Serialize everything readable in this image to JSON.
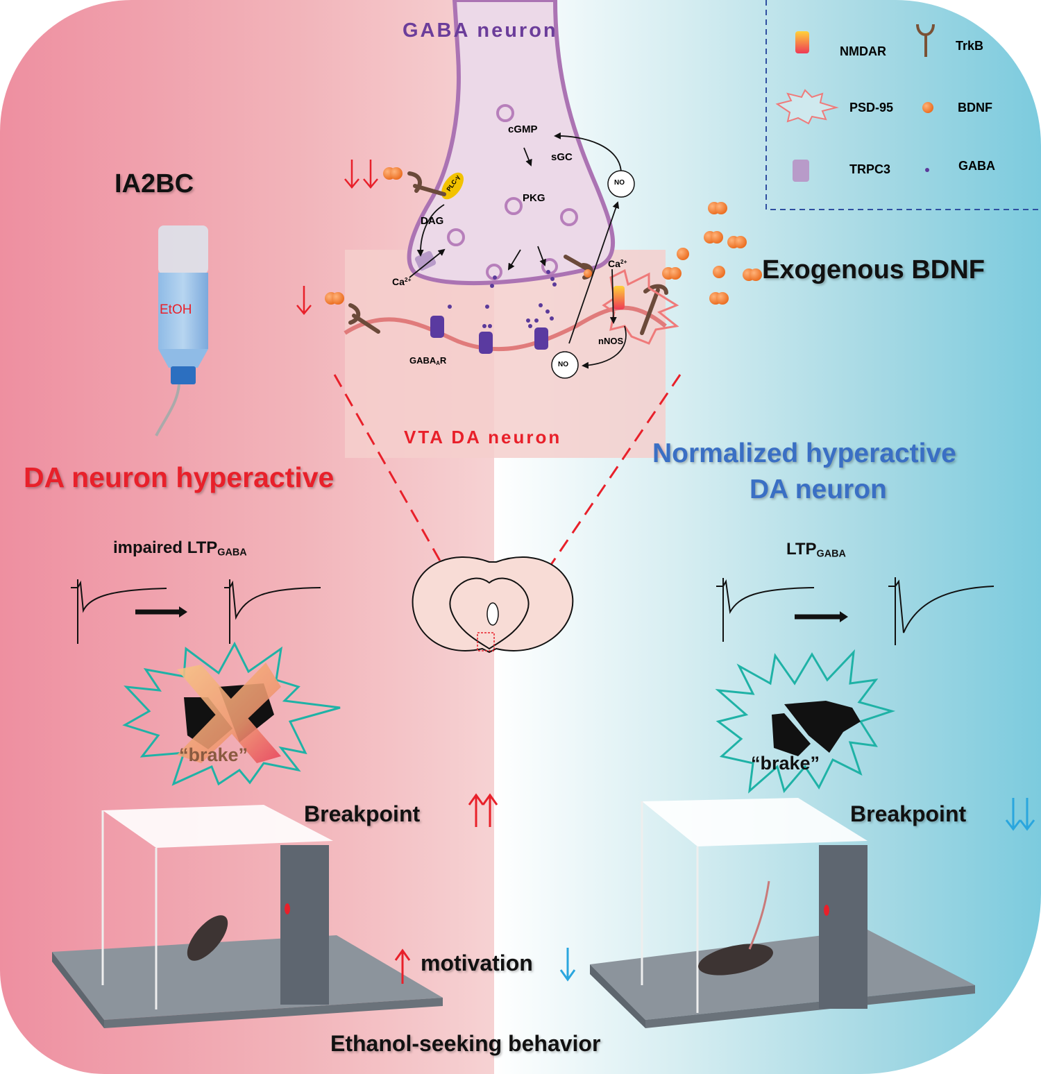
{
  "titles": {
    "gaba_neuron": "GABA neuron",
    "vta_da_neuron": "VTA DA neuron",
    "ia2bc": "IA2BC",
    "etoh": "EtOH",
    "left_state": "DA neuron hyperactive",
    "right_state_line1": "Normalized  hyperactive",
    "right_state_line2": "DA neuron",
    "exogenous_bdnf": "Exogenous BDNF",
    "impaired_ltp_prefix": "impaired LTP",
    "ltp_prefix": "LTP",
    "ltp_subscript": "GABA",
    "brake_left": "“brake”",
    "brake_right": "“brake”",
    "breakpoint_left": "Breakpoint",
    "breakpoint_right": "Breakpoint",
    "motivation": "motivation",
    "behavior": "Ethanol-seeking behavior"
  },
  "pathway_labels": {
    "cgmp": "cGMP",
    "sgc": "sGC",
    "pkg": "PKG",
    "dag": "DAG",
    "plc": "PLC-γ",
    "ca_left": "Ca",
    "ca_right": "Ca",
    "ca_charge": "2+",
    "no_top": "NO",
    "no_bottom": "NO",
    "nnos": "nNOS",
    "gabaar_prefix": "GABA",
    "gabaar_sub": "A",
    "gabaar_suffix": "R"
  },
  "legend": {
    "items": [
      {
        "icon": "nmdar-icon",
        "label": "NMDAR"
      },
      {
        "icon": "trkb-icon",
        "label": "TrkB"
      },
      {
        "icon": "psd95-icon",
        "label": "PSD-95"
      },
      {
        "icon": "bdnf-icon",
        "label": "BDNF"
      },
      {
        "icon": "trpc3-icon",
        "label": "TRPC3"
      },
      {
        "icon": "gaba-icon",
        "label": "GABA"
      }
    ]
  },
  "indicators": {
    "bdnf_left_top": "down-down",
    "bdnf_left_mid": "down",
    "breakpoint_left": "up-up",
    "breakpoint_right": "down-down",
    "motivation_left": "up",
    "motivation_right": "down"
  },
  "colors": {
    "red": "#e8202a",
    "blue_text": "#3a6fc4",
    "purple": "#6b3d9a",
    "cyan_arrow": "#2aa6de",
    "bdnf_orange": "#f07a2a"
  }
}
